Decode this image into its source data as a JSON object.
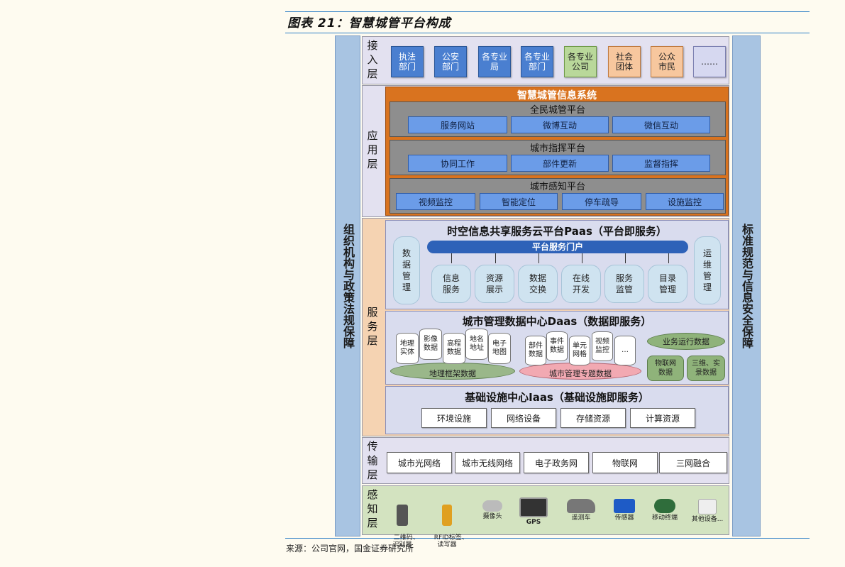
{
  "figure": {
    "title": "图表 21：智慧城管平台构成",
    "source": "来源：公司官网，国金证券研究所"
  },
  "side": {
    "left": "组织机构与政策法规保障",
    "right": "标准规范与信息安全保障"
  },
  "access": {
    "label": "接入层",
    "items": [
      "执法\n部门",
      "公安\n部门",
      "各专业\n局",
      "各专业\n部门",
      "各专业\n公司",
      "社会\n团体",
      "公众\n市民",
      "……"
    ]
  },
  "app": {
    "label": "应用层",
    "system_title": "智慧城管信息系统",
    "platforms": [
      {
        "title": "全民城管平台",
        "items": [
          "服务网站",
          "微博互动",
          "微信互动"
        ]
      },
      {
        "title": "城市指挥平台",
        "items": [
          "协同工作",
          "部件更新",
          "监督指挥"
        ]
      },
      {
        "title": "城市感知平台",
        "items": [
          "视频监控",
          "智能定位",
          "停车疏导",
          "设施监控"
        ]
      }
    ]
  },
  "service": {
    "label": "服务层",
    "paas": {
      "title": "时空信息共享服务云平台Paas（平台即服务）",
      "portal": "平台服务门户",
      "left": "数据管理",
      "right": "运维管理",
      "items": [
        "信息\n服务",
        "资源\n展示",
        "数据\n交换",
        "在线\n开发",
        "服务\n监管",
        "目录\n管理"
      ]
    },
    "daas": {
      "title": "城市管理数据中心Daas（数据即服务）",
      "geo": {
        "base": "地理框架数据",
        "items": [
          "地理\n实体",
          "影像\n数据",
          "高程\n数据",
          "地名\n地址",
          "电子\n地图"
        ]
      },
      "city": {
        "base": "城市管理专题数据",
        "items": [
          "部件\n数据",
          "事件\n数据",
          "单元\n网格",
          "视频\n监控",
          "…"
        ]
      },
      "right_top": "业务运行数据",
      "right_bl": "物联网\n数据",
      "right_br": "三维、实\n景数据"
    },
    "iaas": {
      "title": "基础设施中心Iaas（基础设施即服务）",
      "items": [
        "环境设施",
        "网络设备",
        "存储资源",
        "计算资源"
      ]
    }
  },
  "transport": {
    "label": "传输层",
    "items": [
      "城市光网络",
      "城市无线网络",
      "电子政务网",
      "物联网",
      "三网融合"
    ]
  },
  "sensing": {
    "label": "感知层",
    "items": [
      "二维码、\n识别器",
      "RFID标签、\n读写器",
      "摄像头",
      "GPS",
      "遥测车",
      "传感器",
      "移动终端",
      "其他设备..."
    ]
  },
  "colors": {
    "accent_blue": "#4a7fd0",
    "system_orange": "#d9731f",
    "rule_blue": "#2f7fc6"
  }
}
